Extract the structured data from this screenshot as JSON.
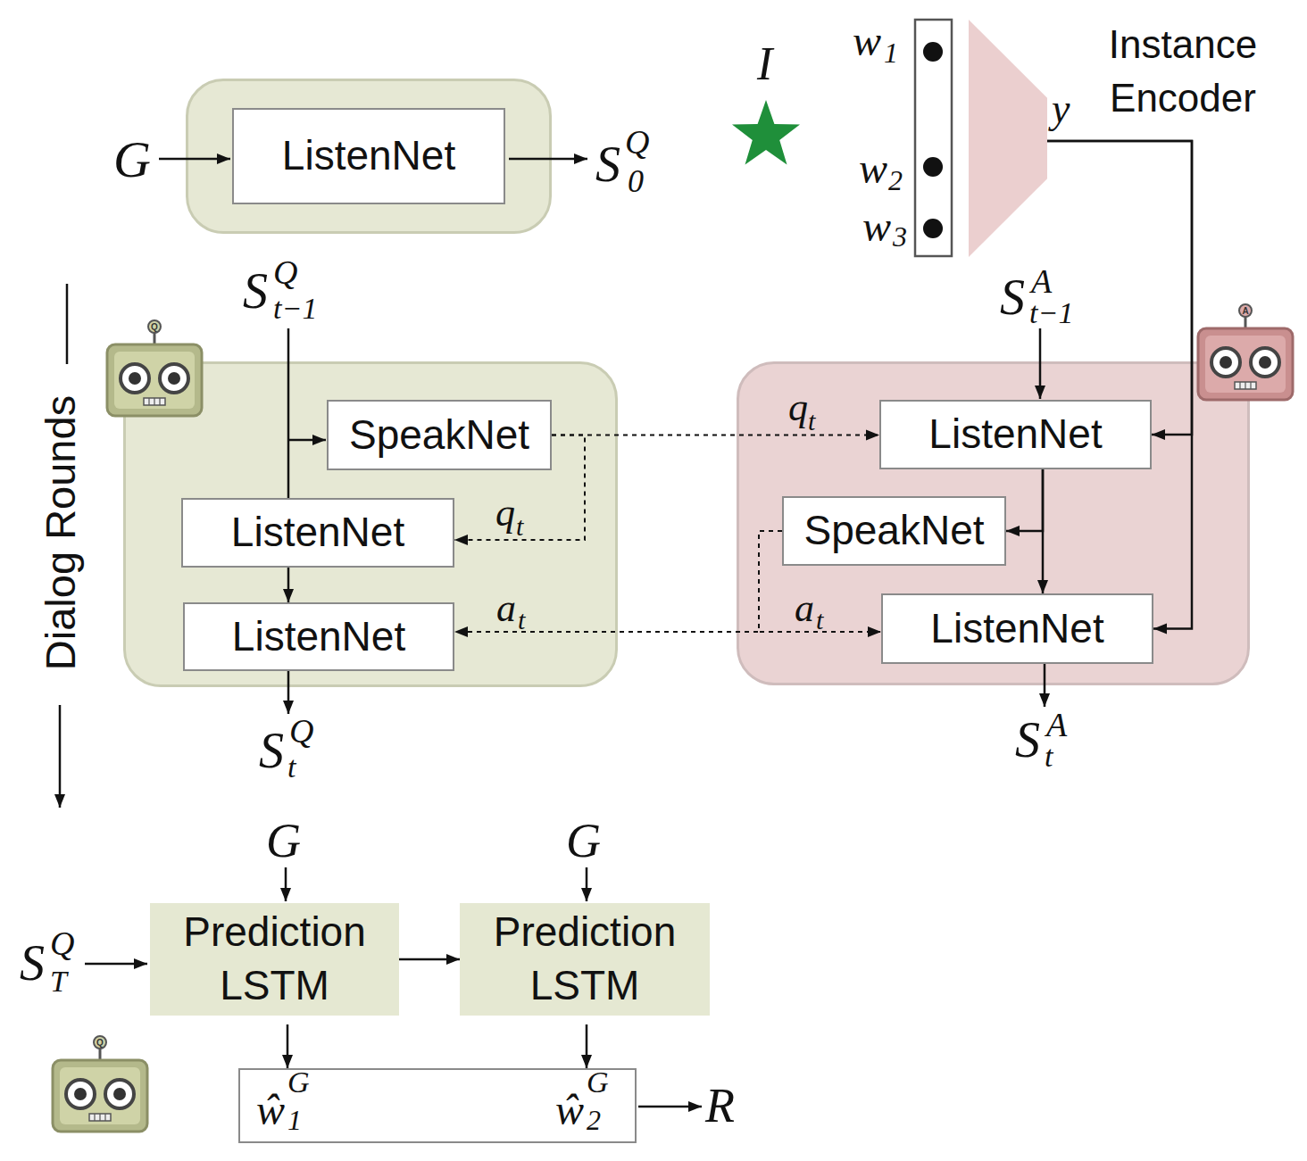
{
  "diagram": {
    "nodes": [
      {
        "text": []
      },
      {
        "text": [
          "ListenNet"
        ],
        "in": 0
      },
      {
        "text": [
          "Instance Encoder"
        ]
      },
      {
        "text": []
      },
      {
        "text": [
          "SpeakNet"
        ],
        "in": 3
      },
      {
        "text": [
          "ListenNet"
        ],
        "in": 3
      },
      {
        "text": [
          "ListenNet"
        ],
        "in": 3
      },
      {
        "text": []
      },
      {
        "text": [
          "ListenNet"
        ],
        "in": 7
      },
      {
        "text": [
          "SpeakNet"
        ],
        "in": 7
      },
      {
        "text": [
          "ListenNet"
        ],
        "in": 7
      },
      {
        "text": [
          "Prediction LSTM"
        ]
      },
      {
        "text": [
          "Prediction LSTM"
        ]
      },
      {
        "text": [
          "ŵ",
          "G",
          "1",
          "ŵ",
          "G",
          "2"
        ]
      }
    ],
    "edges": [
      {
        "from": 4,
        "to": 5,
        "label": "q",
        "arrow": "to"
      },
      {
        "from": 4,
        "to": 8,
        "label": "q",
        "arrow": "to"
      },
      {
        "from": 5,
        "to": 6,
        "arrow": "to"
      },
      {
        "from": 2,
        "to": 8,
        "arrow": "to"
      },
      {
        "from": 2,
        "to": 10,
        "arrow": "to"
      },
      {
        "from": 8,
        "to": 9,
        "arrow": "to"
      },
      {
        "from": 8,
        "to": 10,
        "arrow": "to"
      },
      {
        "from": 9,
        "to": 10,
        "label": "a",
        "arrow": "to"
      },
      {
        "from": 9,
        "to": 6,
        "label": "a",
        "arrow": "to"
      },
      {
        "from": 11,
        "to": 12,
        "arrow": "to"
      },
      {
        "from": 11,
        "to": 13,
        "arrow": "to"
      },
      {
        "from": 12,
        "to": 13,
        "arrow": "to"
      }
    ],
    "labels": [
      "G",
      "S",
      "Q",
      "0",
      "I",
      "w",
      "1",
      "w",
      "2",
      "w",
      "3",
      "y",
      "S",
      "Q",
      "t−1",
      "S",
      "A",
      "t−1",
      "Dialog Rounds",
      "t",
      "t",
      "t",
      "t",
      "S",
      "Q",
      "t",
      "S",
      "A",
      "t",
      "G",
      "G",
      "S",
      "Q",
      "T",
      "R",
      "Q",
      "A",
      "Q"
    ]
  }
}
